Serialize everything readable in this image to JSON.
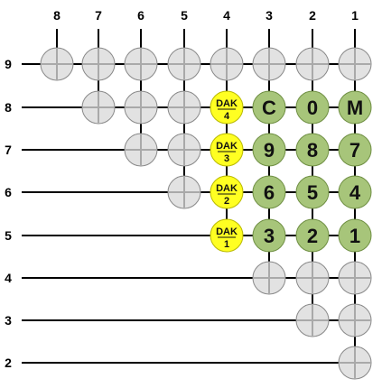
{
  "columns": [
    "8",
    "7",
    "6",
    "5",
    "4",
    "3",
    "2",
    "1"
  ],
  "rows": [
    "9",
    "8",
    "7",
    "6",
    "5",
    "4",
    "3",
    "2"
  ],
  "colors": {
    "line": "#000000",
    "empty_fill": "#e2e2e2",
    "empty_stroke": "#888888",
    "grid_cross": "#a9a9a9",
    "key_fill": "#a7c57a",
    "key_stroke": "#6f8f43",
    "dak_fill": "#ffff22",
    "dak_stroke": "#b8b800"
  },
  "nodes": [
    {
      "row": "9",
      "col": "8",
      "kind": "empty"
    },
    {
      "row": "9",
      "col": "7",
      "kind": "empty"
    },
    {
      "row": "9",
      "col": "6",
      "kind": "empty"
    },
    {
      "row": "9",
      "col": "5",
      "kind": "empty"
    },
    {
      "row": "9",
      "col": "4",
      "kind": "empty"
    },
    {
      "row": "9",
      "col": "3",
      "kind": "empty"
    },
    {
      "row": "9",
      "col": "2",
      "kind": "empty"
    },
    {
      "row": "9",
      "col": "1",
      "kind": "empty"
    },
    {
      "row": "8",
      "col": "7",
      "kind": "empty"
    },
    {
      "row": "8",
      "col": "6",
      "kind": "empty"
    },
    {
      "row": "8",
      "col": "5",
      "kind": "empty"
    },
    {
      "row": "8",
      "col": "4",
      "kind": "dak",
      "text": "DAK",
      "sub": "4"
    },
    {
      "row": "8",
      "col": "3",
      "kind": "key",
      "text": "C"
    },
    {
      "row": "8",
      "col": "2",
      "kind": "key",
      "text": "0"
    },
    {
      "row": "8",
      "col": "1",
      "kind": "key",
      "text": "M"
    },
    {
      "row": "7",
      "col": "6",
      "kind": "empty"
    },
    {
      "row": "7",
      "col": "5",
      "kind": "empty"
    },
    {
      "row": "7",
      "col": "4",
      "kind": "dak",
      "text": "DAK",
      "sub": "3"
    },
    {
      "row": "7",
      "col": "3",
      "kind": "key",
      "text": "9"
    },
    {
      "row": "7",
      "col": "2",
      "kind": "key",
      "text": "8"
    },
    {
      "row": "7",
      "col": "1",
      "kind": "key",
      "text": "7"
    },
    {
      "row": "6",
      "col": "5",
      "kind": "empty"
    },
    {
      "row": "6",
      "col": "4",
      "kind": "dak",
      "text": "DAK",
      "sub": "2"
    },
    {
      "row": "6",
      "col": "3",
      "kind": "key",
      "text": "6"
    },
    {
      "row": "6",
      "col": "2",
      "kind": "key",
      "text": "5"
    },
    {
      "row": "6",
      "col": "1",
      "kind": "key",
      "text": "4"
    },
    {
      "row": "5",
      "col": "4",
      "kind": "dak",
      "text": "DAK",
      "sub": "1"
    },
    {
      "row": "5",
      "col": "3",
      "kind": "key",
      "text": "3"
    },
    {
      "row": "5",
      "col": "2",
      "kind": "key",
      "text": "2"
    },
    {
      "row": "5",
      "col": "1",
      "kind": "key",
      "text": "1"
    },
    {
      "row": "4",
      "col": "3",
      "kind": "empty"
    },
    {
      "row": "4",
      "col": "2",
      "kind": "empty"
    },
    {
      "row": "4",
      "col": "1",
      "kind": "empty"
    },
    {
      "row": "3",
      "col": "2",
      "kind": "empty"
    },
    {
      "row": "3",
      "col": "1",
      "kind": "empty"
    },
    {
      "row": "2",
      "col": "1",
      "kind": "empty"
    }
  ]
}
